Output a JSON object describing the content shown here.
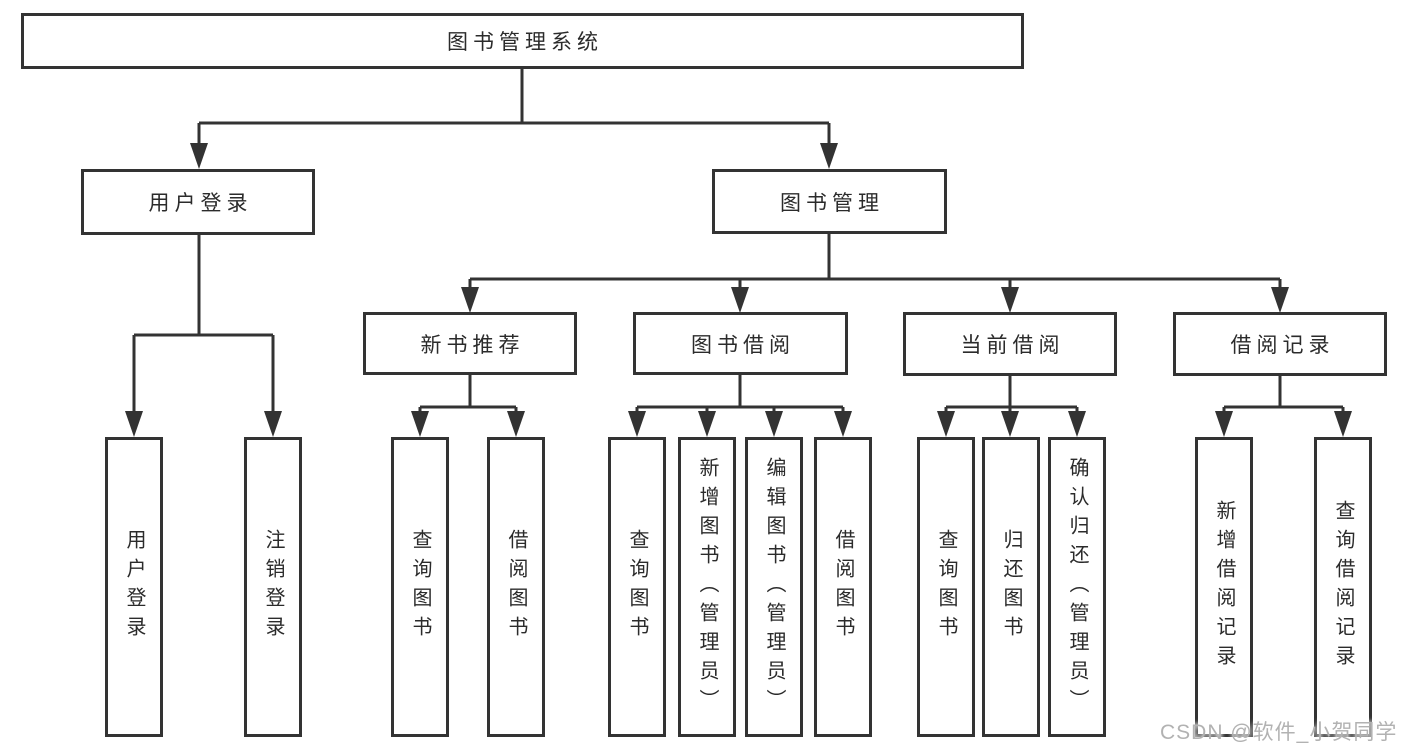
{
  "colors": {
    "line": "#333333",
    "box_border": "#333333",
    "text": "#2b2b2b",
    "watermark_text": "#b2b2b2",
    "background": "#ffffff"
  },
  "tree": {
    "root": {
      "label": "图书管理系统"
    },
    "level2": [
      {
        "label": "用户登录"
      },
      {
        "label": "图书管理"
      }
    ],
    "level3": [
      {
        "label": "新书推荐",
        "parent": "图书管理"
      },
      {
        "label": "图书借阅",
        "parent": "图书管理"
      },
      {
        "label": "当前借阅",
        "parent": "图书管理"
      },
      {
        "label": "借阅记录",
        "parent": "图书管理"
      }
    ],
    "leaves": [
      {
        "label": "用户登录",
        "parent": "用户登录"
      },
      {
        "label": "注销登录",
        "parent": "用户登录"
      },
      {
        "label": "查询图书",
        "parent": "新书推荐"
      },
      {
        "label": "借阅图书",
        "parent": "新书推荐"
      },
      {
        "label": "查询图书",
        "parent": "图书借阅"
      },
      {
        "label": "新增图书（管理员）",
        "parent": "图书借阅"
      },
      {
        "label": "编辑图书（管理员）",
        "parent": "图书借阅"
      },
      {
        "label": "借阅图书",
        "parent": "图书借阅"
      },
      {
        "label": "查询图书",
        "parent": "当前借阅"
      },
      {
        "label": "归还图书",
        "parent": "当前借阅"
      },
      {
        "label": "确认归还（管理员）",
        "parent": "当前借阅"
      },
      {
        "label": "新增借阅记录",
        "parent": "借阅记录"
      },
      {
        "label": "查询借阅记录",
        "parent": "借阅记录"
      }
    ]
  },
  "watermark": {
    "text": "CSDN @软件_小贺同学"
  }
}
